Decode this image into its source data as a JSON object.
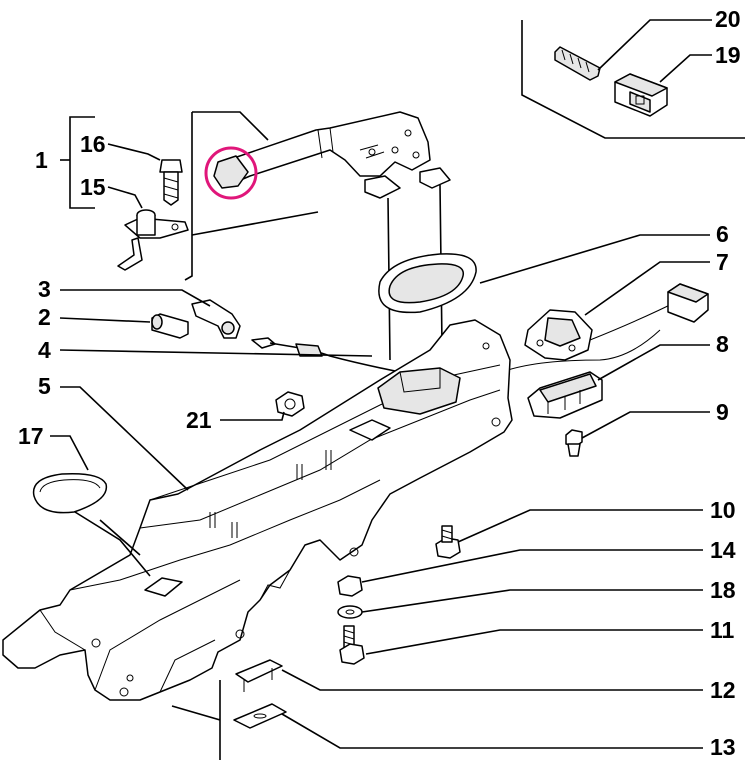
{
  "diagram": {
    "callouts": {
      "c1": "1",
      "c2": "2",
      "c3": "3",
      "c4": "4",
      "c5": "5",
      "c6": "6",
      "c7": "7",
      "c8": "8",
      "c9": "9",
      "c10": "10",
      "c11": "11",
      "c12": "12",
      "c13": "13",
      "c14": "14",
      "c15": "15",
      "c16": "16",
      "c17": "17",
      "c18": "18",
      "c19": "19",
      "c20": "20",
      "c21": "21"
    },
    "colors": {
      "highlight": "#e0167a",
      "ink": "#000000",
      "background": "#ffffff"
    }
  }
}
